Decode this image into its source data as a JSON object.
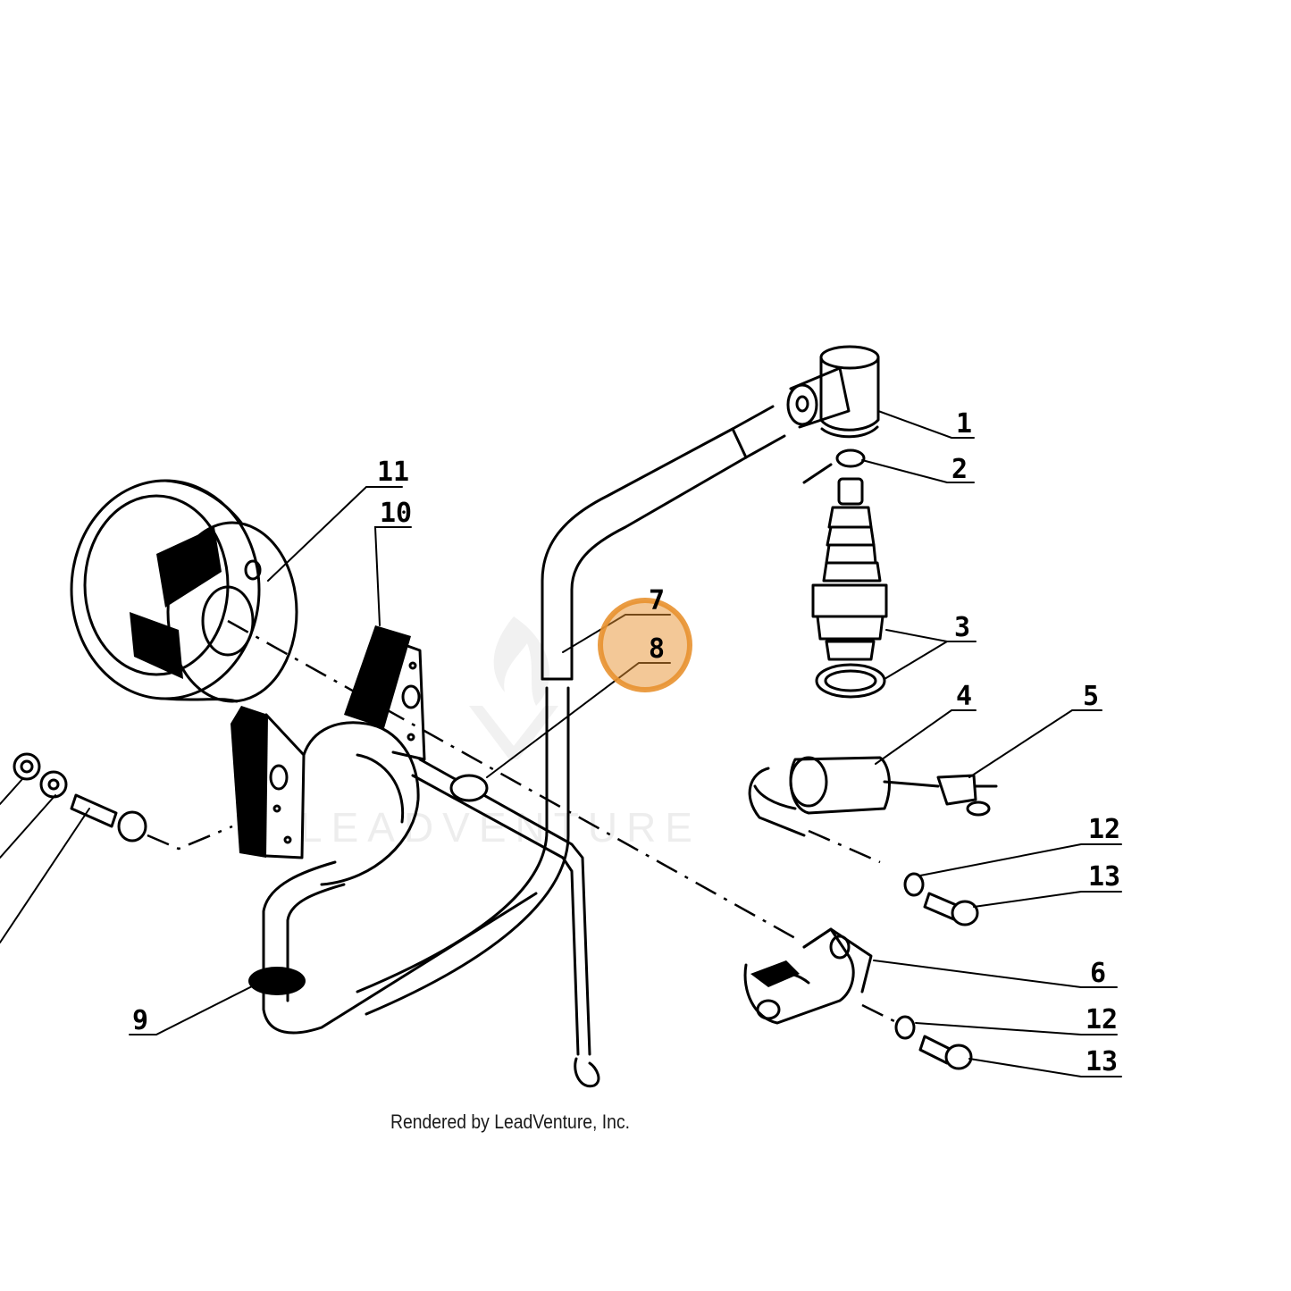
{
  "callouts": {
    "c1": "1",
    "c2": "2",
    "c3": "3",
    "c4": "4",
    "c5": "5",
    "c6": "6",
    "c7": "7",
    "c8": "8",
    "c9": "9",
    "c10": "10",
    "c11": "11",
    "c12a": "12",
    "c13a": "13",
    "c12b": "12",
    "c13b": "13"
  },
  "highlight": {
    "label": "8",
    "color": "#e8912f"
  },
  "watermark": {
    "text": "LEADVENTURE"
  },
  "footer": {
    "credit": "Rendered by LeadVenture, Inc."
  }
}
